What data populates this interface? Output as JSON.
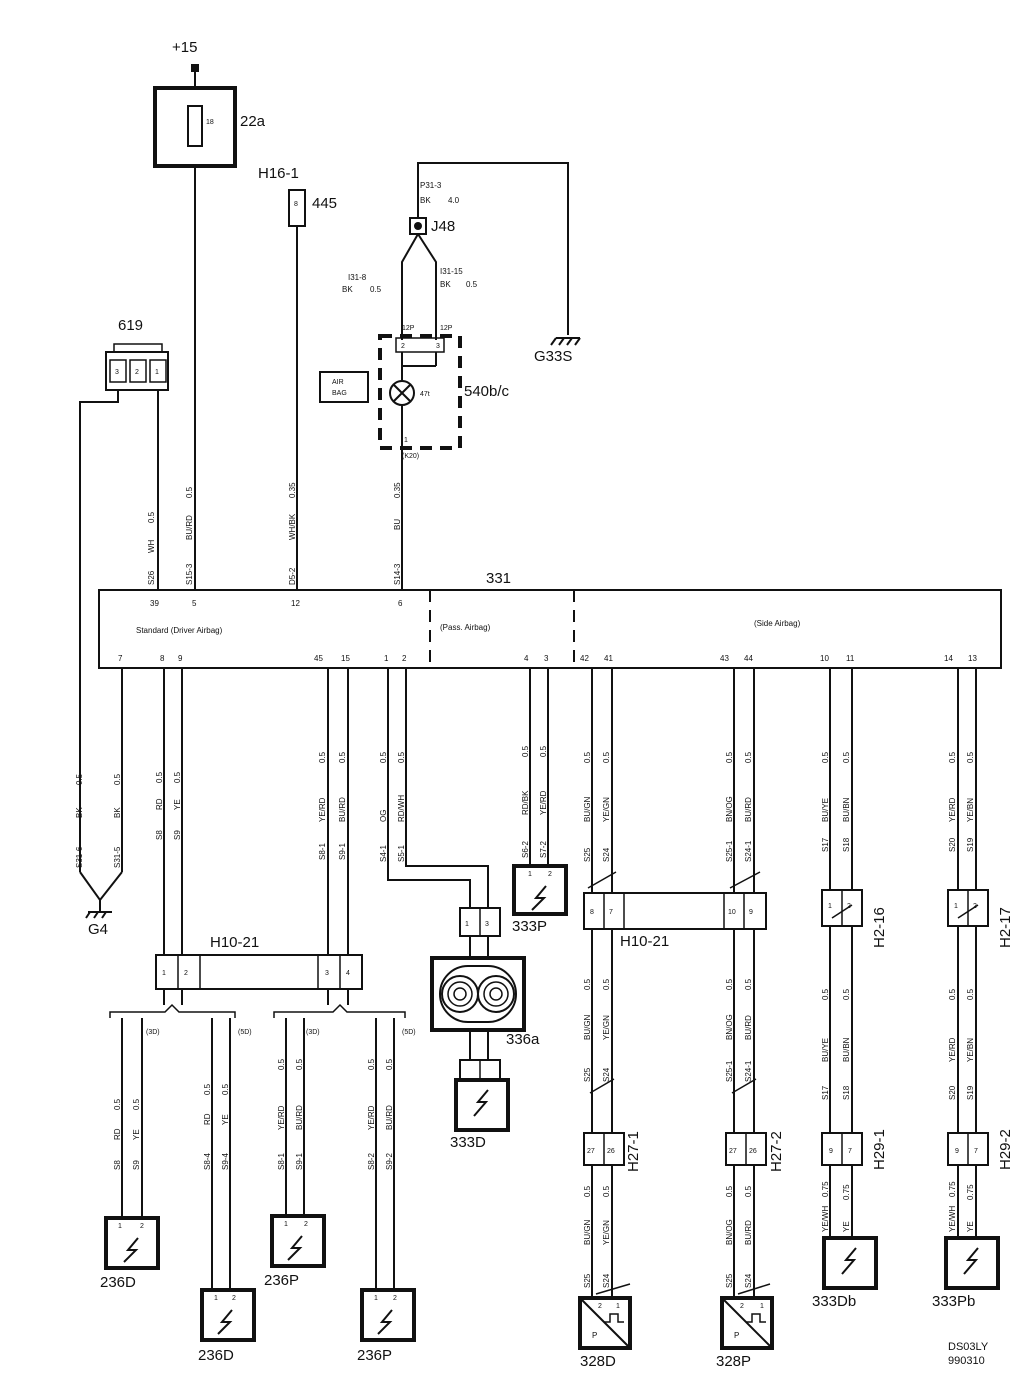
{
  "supply": {
    "label": "+15"
  },
  "fuse": {
    "label": "22a",
    "number": "18"
  },
  "connector_445": {
    "id": "H16-1",
    "label": "445",
    "pin": "8"
  },
  "connector_619": {
    "label": "619",
    "pins": [
      "3",
      "2",
      "1"
    ]
  },
  "j48": {
    "label": "J48",
    "top_wire_pin": "P31-3",
    "top_wire_color": "BK",
    "top_wire_size": "4.0",
    "left_wire_pin": "I31-8",
    "left_wire_color": "BK",
    "left_wire_size": "0.5",
    "right_wire_pin": "I31-15",
    "right_wire_color": "BK",
    "right_wire_size": "0.5"
  },
  "ground_g33s": {
    "label": "G33S"
  },
  "lamp": {
    "label": "540b/c",
    "bulb": "47t",
    "pin_left": "2",
    "pin_right": "3",
    "pin_bottom": "1",
    "conn_left": "12P",
    "conn_right": "12P",
    "conn_bottom": "(K20)"
  },
  "airbag_badge": {
    "line1": "AIR",
    "line2": "BAG"
  },
  "control_unit": {
    "label": "331",
    "section_driver": "Standard (Driver Airbag)",
    "section_pass": "(Pass. Airbag)",
    "section_side": "(Side Airbag)",
    "top_pins": [
      "39",
      "5",
      "12",
      "6"
    ],
    "bottom_pins": [
      "7",
      "8",
      "9",
      "45",
      "15",
      "1",
      "2",
      "4",
      "3",
      "42",
      "41",
      "43",
      "44",
      "10",
      "11",
      "14",
      "13"
    ]
  },
  "top_wires": [
    {
      "pin": "S26",
      "color": "WH",
      "size": "0.5"
    },
    {
      "pin": "S15-3",
      "color": "BU/RD",
      "size": "0.5"
    },
    {
      "pin": "D5-2",
      "color": "WH/BK",
      "size": "0.35"
    },
    {
      "pin": "S14-3",
      "color": "BU",
      "size": "0.35"
    }
  ],
  "bottom_wires": [
    {
      "pin": "S31-6",
      "color": "BK",
      "size": "0.5"
    },
    {
      "pin": "S31-5",
      "color": "BK",
      "size": "0.5"
    },
    {
      "pin": "S8",
      "color": "RD",
      "size": "0.5"
    },
    {
      "pin": "S9",
      "color": "YE",
      "size": "0.5"
    },
    {
      "pin": "S8-1",
      "color": "YE/RD",
      "size": "0.5"
    },
    {
      "pin": "S9-1",
      "color": "BU/RD",
      "size": "0.5"
    },
    {
      "pin": "S4-1",
      "color": "OG",
      "size": "0.5"
    },
    {
      "pin": "S5-1",
      "color": "RD/WH",
      "size": "0.5"
    },
    {
      "pin": "S6-2",
      "color": "RD/BK",
      "size": "0.5"
    },
    {
      "pin": "S7-2",
      "color": "YE/RD",
      "size": "0.5"
    },
    {
      "pin": "S25",
      "color": "BU/GN",
      "size": "0.5"
    },
    {
      "pin": "S24",
      "color": "YE/GN",
      "size": "0.5"
    },
    {
      "pin": "S25-1",
      "color": "BN/OG",
      "size": "0.5"
    },
    {
      "pin": "S24-1",
      "color": "BU/RD",
      "size": "0.5"
    },
    {
      "pin": "S17",
      "color": "BU/YE",
      "size": "0.5"
    },
    {
      "pin": "S18",
      "color": "BU/BN",
      "size": "0.5"
    },
    {
      "pin": "S20",
      "color": "YE/RD",
      "size": "0.5"
    },
    {
      "pin": "S19",
      "color": "YE/BN",
      "size": "0.5"
    }
  ],
  "ground_g4": {
    "label": "G4"
  },
  "h10_left": {
    "label": "H10-21",
    "pins": [
      "1",
      "2",
      "3",
      "4"
    ]
  },
  "h10_right": {
    "label": "H10-21",
    "pins": [
      "8",
      "7",
      "10",
      "9"
    ]
  },
  "variant_3d": "(3D)",
  "variant_5d": "(5D)",
  "h2_16": {
    "label": "H2-16",
    "pins": [
      "1",
      "2"
    ]
  },
  "h2_17": {
    "label": "H2-17",
    "pins": [
      "1",
      "2"
    ]
  },
  "h27_1": {
    "label": "H27-1",
    "pins": [
      "27",
      "26"
    ]
  },
  "h27_2": {
    "label": "H27-2",
    "pins": [
      "27",
      "26"
    ]
  },
  "h29_1": {
    "label": "H29-1",
    "pins": [
      "9",
      "7"
    ]
  },
  "h29_2": {
    "label": "H29-2",
    "pins": [
      "9",
      "7"
    ]
  },
  "conn_336a": {
    "label": "336a",
    "pins": [
      "1",
      "3"
    ]
  },
  "comp_333P": {
    "label": "333P"
  },
  "comp_333D": {
    "label": "333D"
  },
  "comp_333Db": {
    "label": "333Db"
  },
  "comp_333Pb": {
    "label": "333Pb"
  },
  "comp_236D_a": {
    "label": "236D"
  },
  "comp_236D_b": {
    "label": "236D"
  },
  "comp_236P_a": {
    "label": "236P"
  },
  "comp_236P_b": {
    "label": "236P"
  },
  "comp_328D": {
    "label": "328D",
    "sym": "P"
  },
  "comp_328P": {
    "label": "328P",
    "sym": "P"
  },
  "lower_wires": [
    {
      "pin": "S8",
      "color": "RD",
      "size": "0.5"
    },
    {
      "pin": "S9",
      "color": "YE",
      "size": "0.5"
    },
    {
      "pin": "S8-4",
      "color": "RD",
      "size": "0.5"
    },
    {
      "pin": "S9-4",
      "color": "YE",
      "size": "0.5"
    },
    {
      "pin": "S8-1",
      "color": "YE/RD",
      "size": "0.5"
    },
    {
      "pin": "S9-1",
      "color": "BU/RD",
      "size": "0.5"
    },
    {
      "pin": "S8-2",
      "color": "YE/RD",
      "size": "0.5"
    },
    {
      "pin": "S9-2",
      "color": "BU/RD",
      "size": "0.5"
    },
    {
      "pin": "S25",
      "color": "BU/GN",
      "size": "0.5"
    },
    {
      "pin": "S24",
      "color": "YE/GN",
      "size": "0.5"
    },
    {
      "pin": "S25-1",
      "color": "BN/OG",
      "size": "0.5"
    },
    {
      "pin": "S24-1",
      "color": "BU/RD",
      "size": "0.5"
    },
    {
      "pin": "S17",
      "color": "BU/YE",
      "size": "0.5"
    },
    {
      "pin": "S18",
      "color": "BU/BN",
      "size": "0.5"
    },
    {
      "pin": "S20",
      "color": "YE/RD",
      "size": "0.5"
    },
    {
      "pin": "S19",
      "color": "YE/BN",
      "size": "0.5"
    },
    {
      "pin": "S25",
      "color": "BU/GN",
      "size": "0.5"
    },
    {
      "pin": "S24",
      "color": "YE/GN",
      "size": "0.5"
    },
    {
      "pin": "S25",
      "color": "BN/OG",
      "size": "0.5"
    },
    {
      "pin": "S24",
      "color": "BU/RD",
      "size": "0.5"
    },
    {
      "color": "YE/WH",
      "size": "0.75"
    },
    {
      "color": "YE",
      "size": "0.75"
    },
    {
      "color": "YE/WH",
      "size": "0.75"
    },
    {
      "color": "YE",
      "size": "0.75"
    }
  ],
  "doc_code": {
    "line1": "DS03LY",
    "line2": "990310"
  }
}
